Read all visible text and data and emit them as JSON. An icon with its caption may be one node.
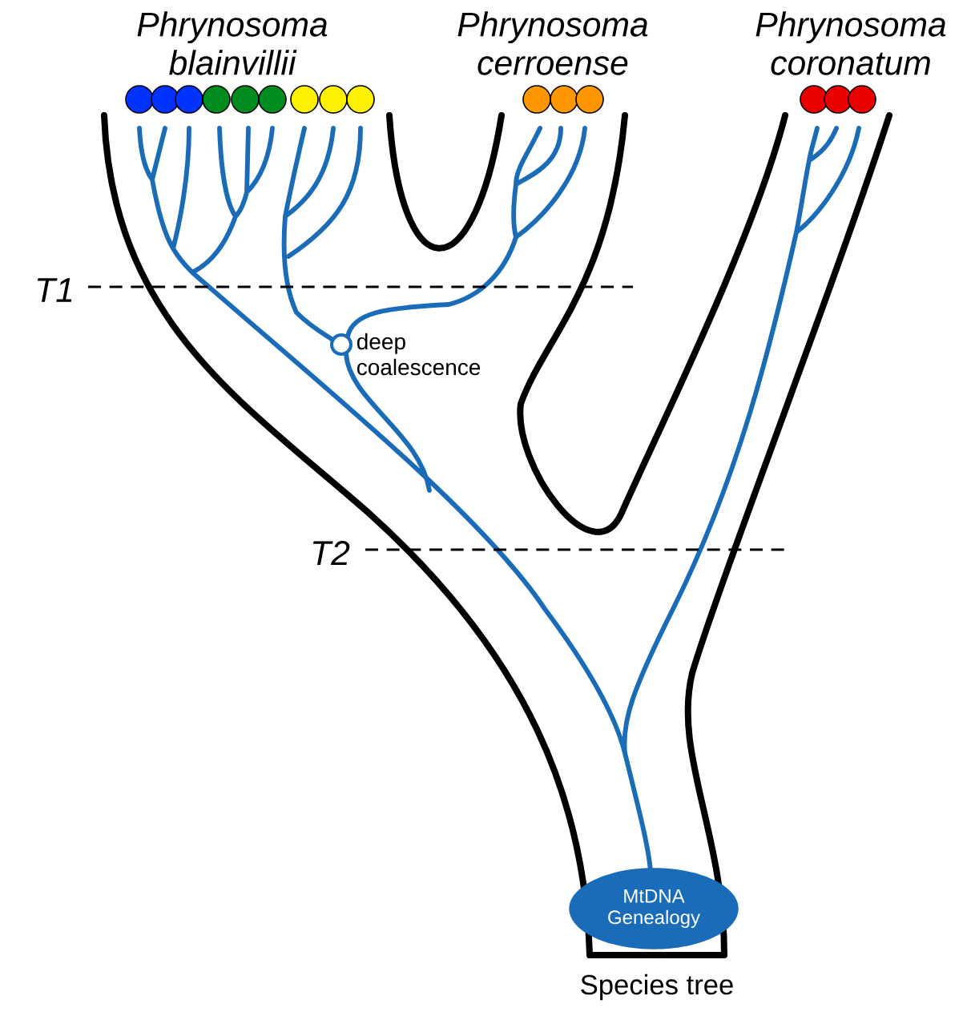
{
  "diagram": {
    "nodes": [
      {
        "text": [
          "MtDNA Genealogy"
        ]
      }
    ],
    "labels": [
      "Phrynosoma blainvillii",
      "Phrynosoma cerroense",
      "Phrynosoma coronatum",
      "T1",
      "deep coalescence",
      "T2",
      "Species tree"
    ]
  }
}
